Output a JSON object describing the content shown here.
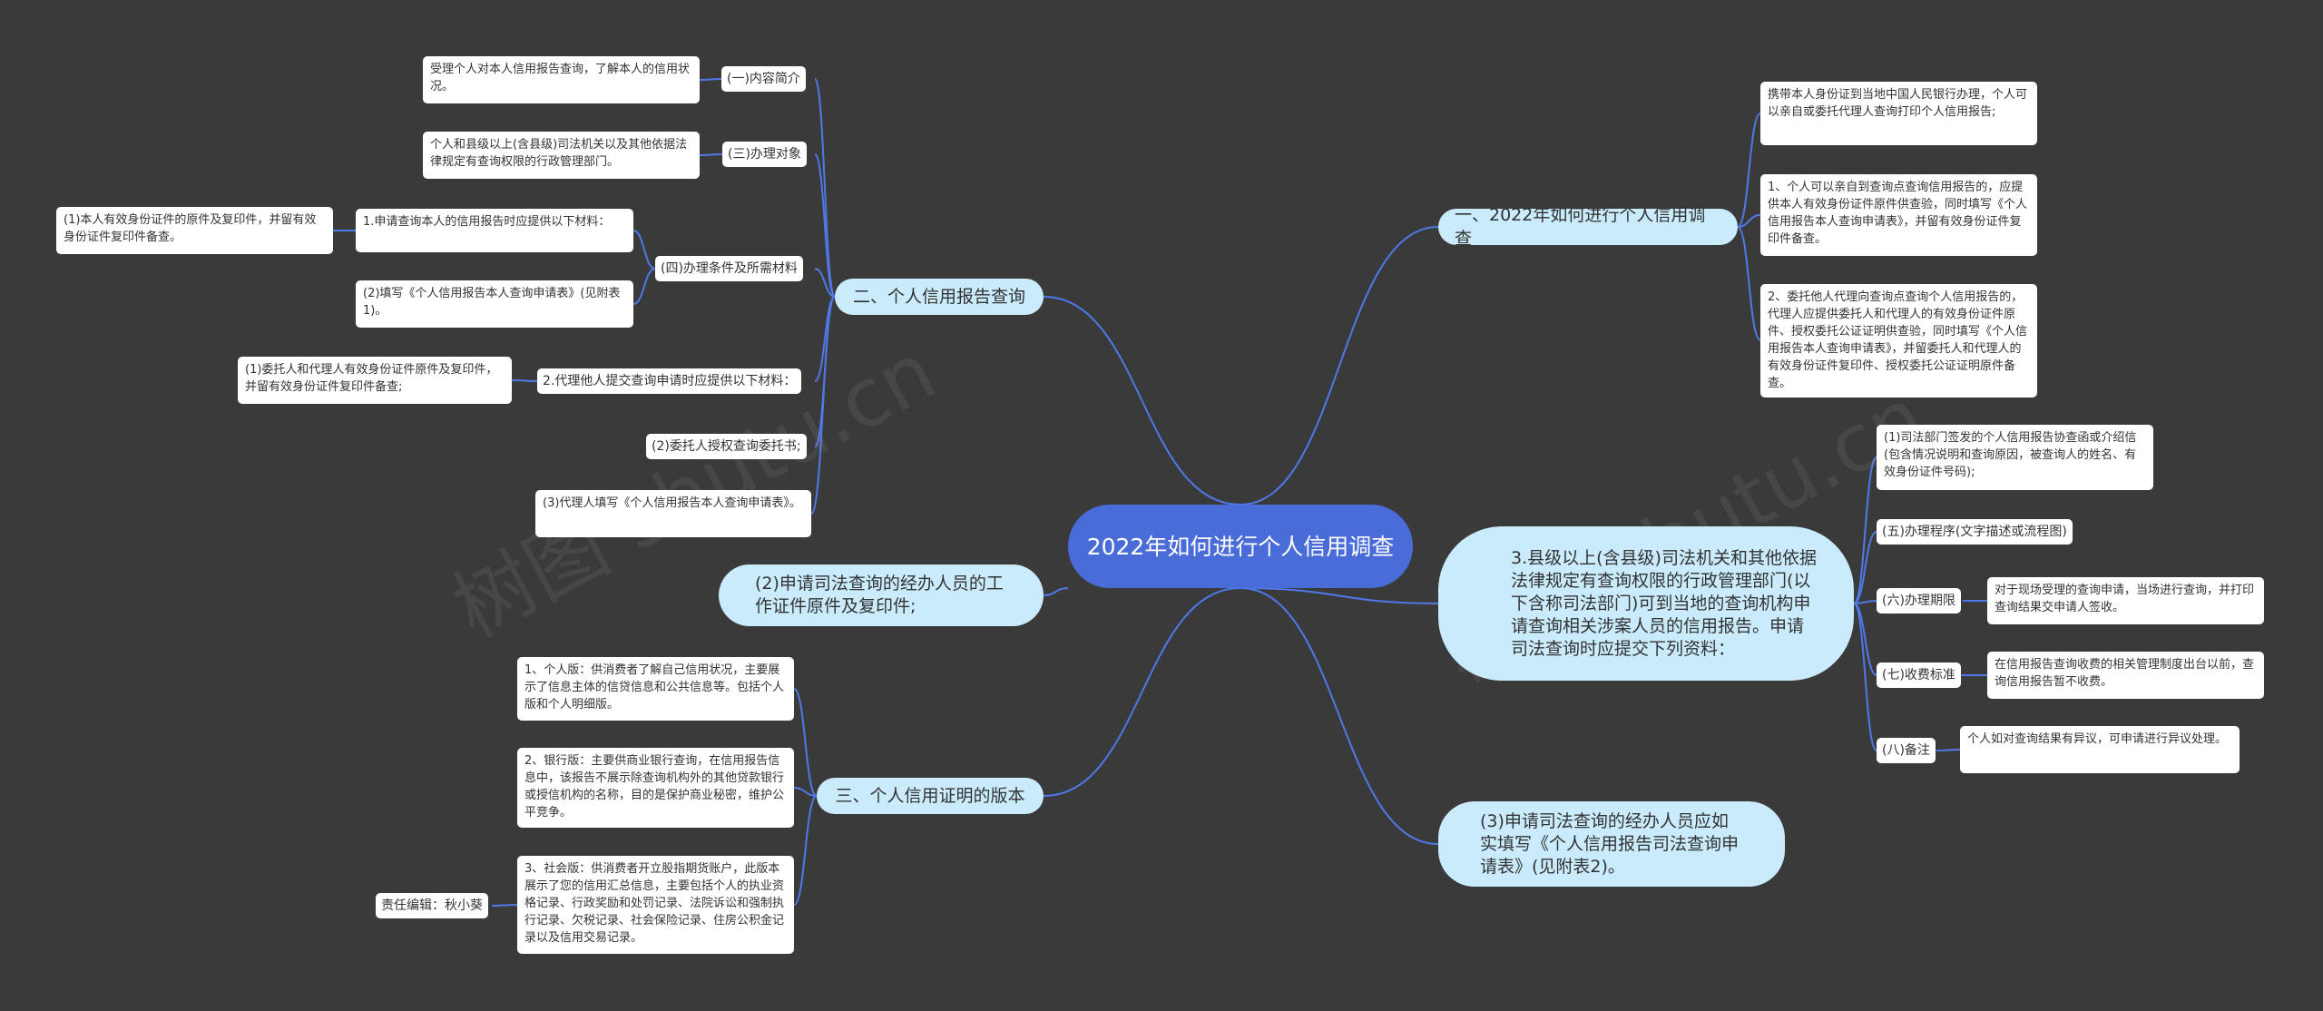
{
  "root": {
    "label": "2022年如何进行个人信用调查"
  },
  "right": {
    "b1": {
      "label": "一、2022年如何进行个人信用调查",
      "items": [
        "携带本人身份证到当地中国人民银行办理，个人可以亲自或委托代理人查询打印个人信用报告;",
        "1、个人可以亲自到查询点查询信用报告的，应提供本人有效身份证件原件供查验，同时填写《个人信用报告本人查询申请表》，并留有效身份证件复印件备查。",
        "2、委托他人代理向查询点查询个人信用报告的，代理人应提供委托人和代理人的有效身份证件原件、授权委托公证证明供查验，同时填写《个人信用报告本人查询申请表》，并留委托人和代理人的有效身份证件复印件、授权委托公证证明原件备查。"
      ]
    },
    "b2": {
      "label": "3.县级以上(含县级)司法机关和其他依据法律规定有查询权限的行政管理部门(以下含称司法部门)可到当地的查询机构申请查询相关涉案人员的信用报告。申请司法查询时应提交下列资料：",
      "items": [
        {
          "label": "(1)司法部门签发的个人信用报告协查函或介绍信(包含情况说明和查询原因，被查询人的姓名、有效身份证件号码);",
          "detail": ""
        },
        {
          "label": "(五)办理程序(文字描述或流程图)",
          "detail": ""
        },
        {
          "label": "(六)办理期限",
          "detail": "对于现场受理的查询申请，当场进行查询，并打印查询结果交申请人签收。"
        },
        {
          "label": "(七)收费标准",
          "detail": "在信用报告查询收费的相关管理制度出台以前，查询信用报告暂不收费。"
        },
        {
          "label": "(八)备注",
          "detail": "个人如对查询结果有异议，可申请进行异议处理。"
        }
      ]
    },
    "b3": {
      "label": "(3)申请司法查询的经办人员应如实填写《个人信用报告司法查询申请表》(见附表2)。"
    }
  },
  "left": {
    "b1": {
      "label": "二、个人信用报告查询",
      "items": [
        {
          "label": "(一)内容简介",
          "detail": "受理个人对本人信用报告查询，了解本人的信用状况。"
        },
        {
          "label": "(三)办理对象",
          "detail": "个人和县级以上(含县级)司法机关以及其他依据法律规定有查询权限的行政管理部门。"
        },
        {
          "label": "(四)办理条件及所需材料",
          "subs": [
            {
              "label": "1.申请查询本人的信用报告时应提供以下材料：",
              "detail": "(1)本人有效身份证件的原件及复印件，并留有效身份证件复印件备查。"
            },
            {
              "label": "(2)填写《个人信用报告本人查询申请表》(见附表1)。",
              "detail": ""
            }
          ]
        },
        {
          "label": "2.代理他人提交查询申请时应提供以下材料：",
          "detail": "(1)委托人和代理人有效身份证件原件及复印件，并留有效身份证件复印件备查;"
        },
        {
          "label": "(2)委托人授权查询委托书;",
          "detail": ""
        },
        {
          "label": "(3)代理人填写《个人信用报告本人查询申请表》。",
          "detail": ""
        }
      ]
    },
    "b2": {
      "label": "(2)申请司法查询的经办人员的工作证件原件及复印件;"
    },
    "b3": {
      "label": "三、个人信用证明的版本",
      "items": [
        {
          "label": "1、个人版：供消费者了解自己信用状况，主要展示了信息主体的信贷信息和公共信息等。包括个人版和个人明细版。",
          "detail": ""
        },
        {
          "label": "2、银行版：主要供商业银行查询，在信用报告信息中，该报告不展示除查询机构外的其他贷款银行或授信机构的名称，目的是保护商业秘密，维护公平竞争。",
          "detail": ""
        },
        {
          "label": "3、社会版：供消费者开立股指期货账户，此版本展示了您的信用汇总信息，主要包括个人的执业资格记录、行政奖励和处罚记录、法院诉讼和强制执行记录、欠税记录、社会保险记录、住房公积金记录以及信用交易记录。",
          "detail": "责任编辑：秋小葵"
        }
      ]
    }
  },
  "watermark": "树图 shutu.cn",
  "colors": {
    "background": "#3b3a3b",
    "root": "#4a6cd8",
    "branch": "#c9ebfb",
    "line": "#4f78e8"
  }
}
